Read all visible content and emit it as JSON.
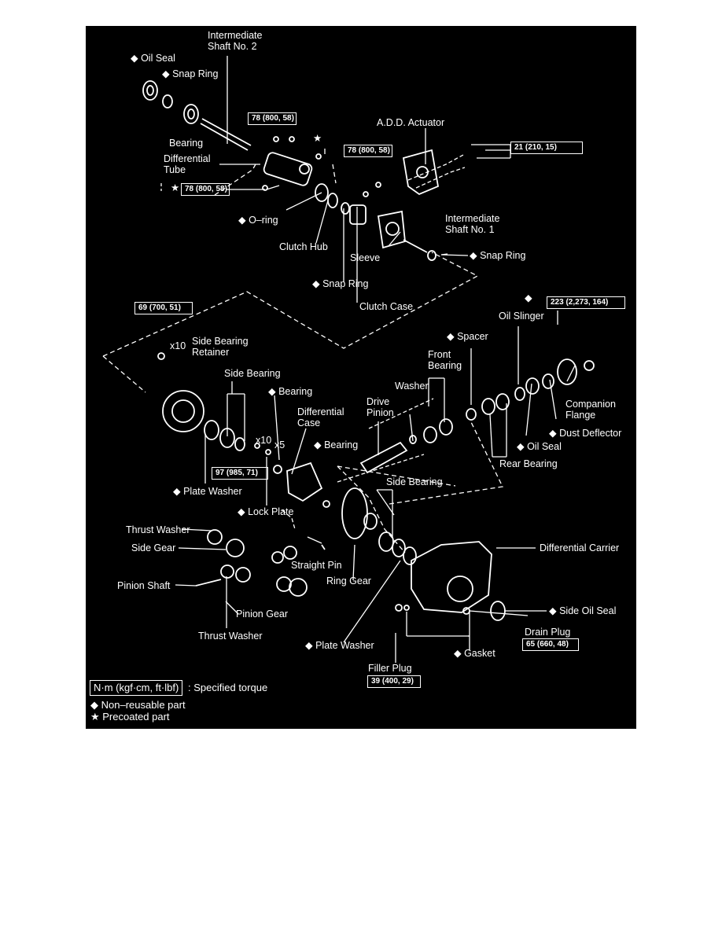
{
  "legend": {
    "torque_unit": "N·m (kgf·cm, ft·lbf)",
    "torque_desc": ": Specified torque",
    "non_reusable": "◆ Non–reusable part",
    "precoated": "★ Precoated part"
  },
  "labels": {
    "intermediate_shaft_2": "Intermediate\nShaft No. 2",
    "oil_seal_top": "◆ Oil Seal",
    "snap_ring_top": "◆ Snap Ring",
    "bearing_top": "Bearing",
    "differential_tube": "Differential\nTube",
    "star_mark": "★",
    "o_ring": "◆ O–ring",
    "clutch_hub": "Clutch Hub",
    "sleeve": "Sleeve",
    "snap_ring_mid": "◆ Snap Ring",
    "clutch_case": "Clutch Case",
    "add_actuator": "A.D.D. Actuator",
    "intermediate_shaft_1": "Intermediate\nShaft No. 1",
    "snap_ring_right": "◆ Snap Ring",
    "x10_top": "x10",
    "side_bearing_retainer": "Side Bearing\nRetainer",
    "side_bearing_left": "Side Bearing",
    "bearing_mid": "◆ Bearing",
    "differential_case": "Differential\nCase",
    "x10_mid": "x10",
    "x5": "x5",
    "bearing_right": "◆ Bearing",
    "plate_washer_left": "◆ Plate Washer",
    "lock_plate": "◆ Lock Plate",
    "washer": "Washer",
    "drive_pinion": "Drive\nPinion",
    "front_bearing": "Front\nBearing",
    "spacer": "◆ Spacer",
    "diamond_mark": "◆",
    "oil_slinger": "Oil Slinger",
    "companion_flange": "Companion\nFlange",
    "dust_deflector": "◆ Dust Deflector",
    "oil_seal_right": "◆ Oil Seal",
    "rear_bearing": "Rear Bearing",
    "side_bearing_right": "Side Bearing",
    "thrust_washer_top": "Thrust Washer",
    "side_gear": "Side Gear",
    "straight_pin": "Straight Pin",
    "pinion_shaft": "Pinion Shaft",
    "ring_gear": "Ring Gear",
    "differential_carrier": "Differential Carrier",
    "pinion_gear": "Pinion Gear",
    "thrust_washer_bottom": "Thrust Washer",
    "side_oil_seal": "◆ Side Oil Seal",
    "drain_plug": "Drain Plug",
    "plate_washer_bottom": "◆ Plate Washer",
    "gasket": "◆ Gasket",
    "filler_plug": "Filler Plug"
  },
  "torques": {
    "t1": "78 (800, 58)",
    "t2": "78 (800, 58)",
    "t3": "78 (800, 58)",
    "t4": "21 (210, 15)",
    "t5": "69 (700, 51)",
    "t6": "223 (2,273, 164)",
    "t7": "97 (985, 71)",
    "t8": "65 (660, 48)",
    "t9": "39 (400, 29)"
  }
}
